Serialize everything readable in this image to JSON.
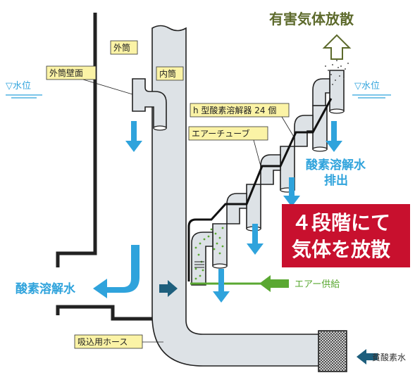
{
  "title": "有害気体放散",
  "water_level": "▽水位",
  "labels": {
    "outer_tube": "外筒",
    "outer_tube_wall": "外筒壁面",
    "inner_tube": "内筒",
    "h_dissolver": "h 型酸素溶解器 24 個",
    "air_tube": "エアーチューブ",
    "intake_hose": "吸込用ホース"
  },
  "annotations": {
    "oxygenated_water_discharge": [
      "酸素溶解水",
      "排出"
    ],
    "oxygenated_water": "酸素溶解水",
    "air_supply": "エアー供給",
    "low_oxygen_water": "貧酸素水"
  },
  "highlight": {
    "lines": [
      "４段階にて",
      "気体を放散"
    ],
    "color": "#c8102e"
  },
  "colors": {
    "water_arrow": "#2fa3dc",
    "air_arrow": "#5aa832",
    "inlet_arrow": "#1e5f7d",
    "title_arrow": "#5d6a2c"
  }
}
